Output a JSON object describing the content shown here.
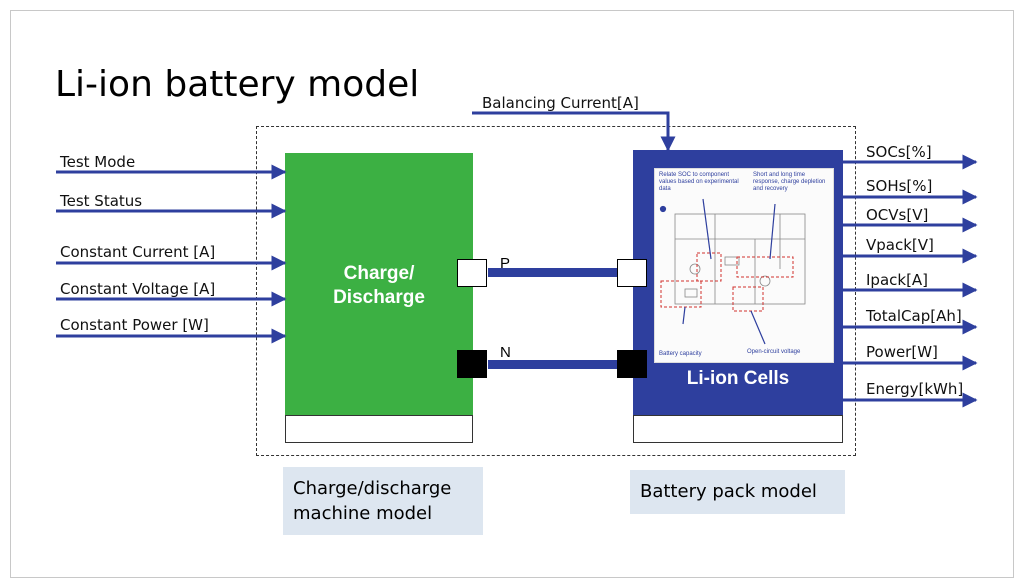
{
  "title": "Li-ion battery model",
  "balancing_input": "Balancing Current[A]",
  "inputs": [
    "Test Mode",
    "Test Status",
    "Constant Current [A]",
    "Constant Voltage [A]",
    "Constant Power [W]"
  ],
  "charger": {
    "label_line1": "Charge/",
    "label_line2": "Discharge"
  },
  "terminals": {
    "positive": "P",
    "negative": "N"
  },
  "cells": {
    "label": "Li-ion Cells",
    "inset_notes": {
      "note1": "Relate SOC to component values based on experimental data",
      "note2": "Short and long time response, charge depletion and recovery",
      "note3": "Battery capacity",
      "note4": "Open-circuit voltage"
    }
  },
  "outputs": [
    "SOCs[%]",
    "SOHs[%]",
    "OCVs[V]",
    "Vpack[V]",
    "Ipack[A]",
    "TotalCap[Ah]",
    "Power[W]",
    "Energy[kWh]"
  ],
  "captions": {
    "machine_line1": "Charge/discharge",
    "machine_line2": "machine model",
    "pack": "Battery pack model"
  },
  "colors": {
    "charger": "#3cb043",
    "cells": "#2e3f9e",
    "arrows": "#2e3f9e",
    "caption_bg": "#dde6f0"
  }
}
